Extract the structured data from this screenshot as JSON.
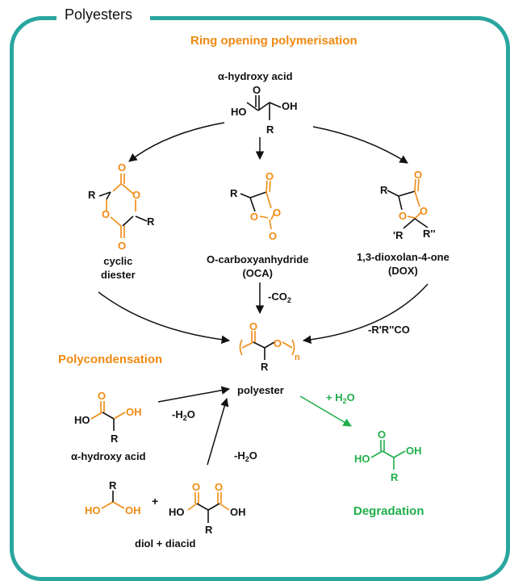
{
  "panel_title": "Polyesters",
  "sections": {
    "rop": "Ring opening polymerisation",
    "polycondensation": "Polycondensation",
    "degradation": "Degradation"
  },
  "molecules": {
    "top_acid": "α-hydroxy acid",
    "cyclic_diester": "cyclic\ndiester",
    "oca": "O-carboxyanhydride\n(OCA)",
    "dox": "1,3-dioxolan-4-one\n(DOX)",
    "polyester": "polyester",
    "left_acid": "α-hydroxy acid",
    "diol_diacid": "diol + diacid"
  },
  "arrow_labels": {
    "co2": "-CO2",
    "rrco": "-R'R''CO",
    "h2o_acid": "-H2O",
    "h2o_diol": "-H2O",
    "plus_h2o": "+ H2O",
    "plus": "+"
  },
  "atoms": {
    "o": "O",
    "oh": "OH",
    "ho": "HO",
    "r": "R",
    "r_prime": "'R",
    "r_dbl": "R''",
    "n": "n"
  },
  "colors": {
    "frame": "#2aa6a0",
    "highlight": "#f08a12",
    "degradation": "#1fae4a",
    "ink": "#111111"
  }
}
